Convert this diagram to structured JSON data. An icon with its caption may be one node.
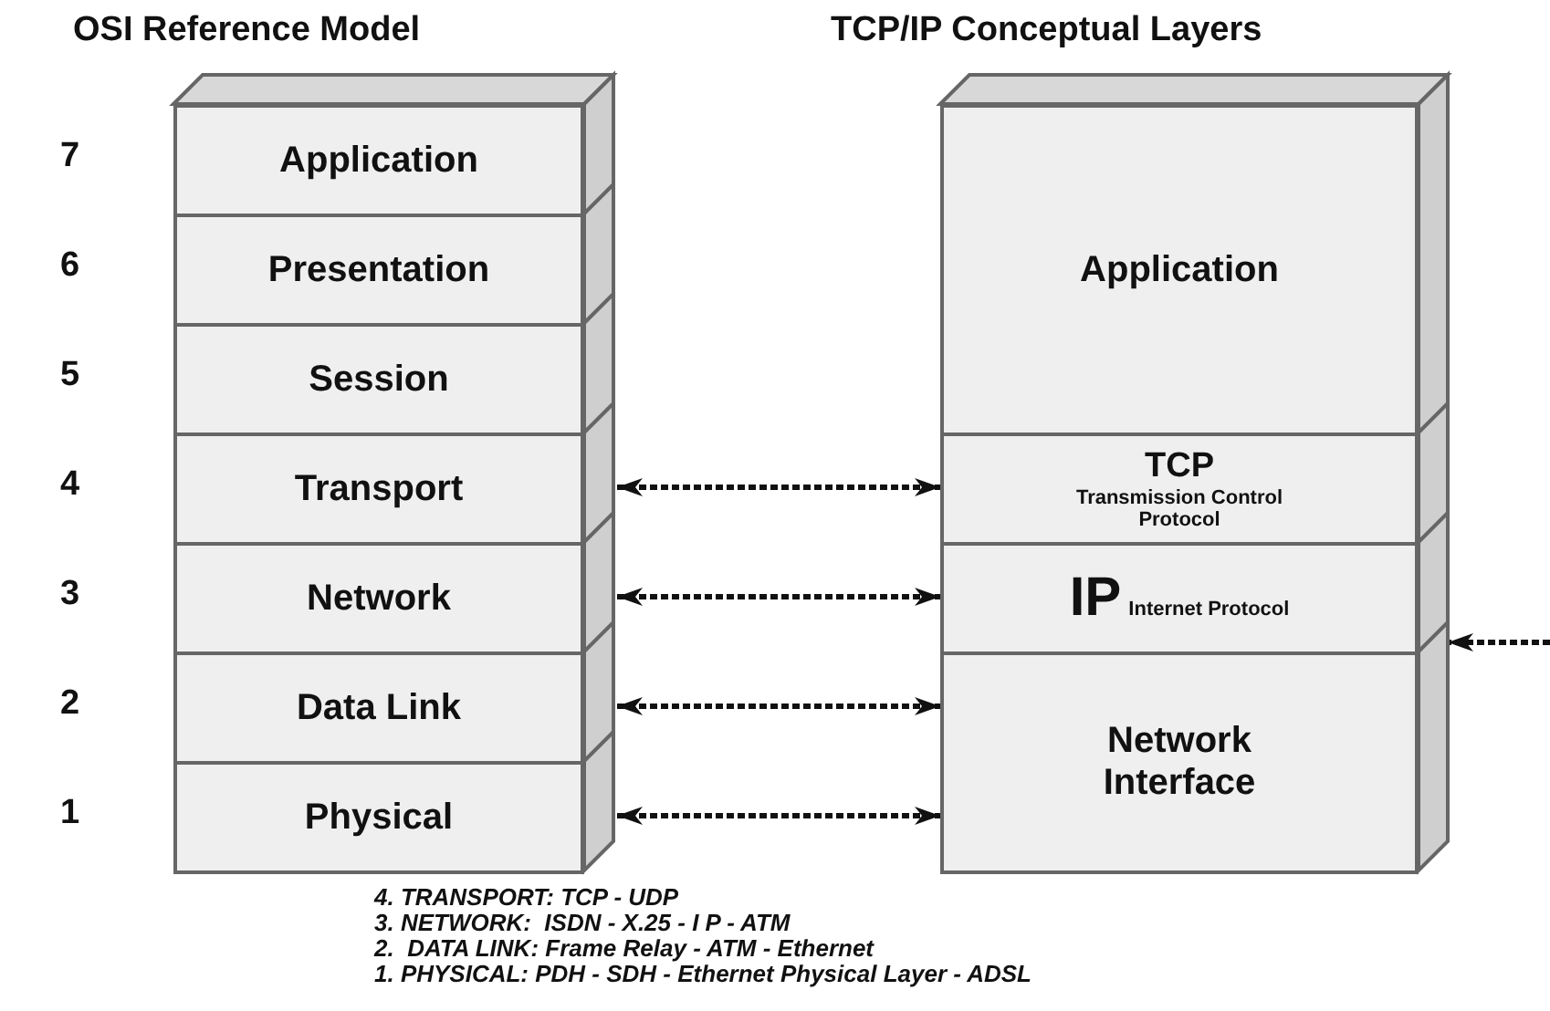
{
  "diagram": {
    "nodes": [
      {
        "text": [
          "Application"
        ],
        "beside": [
          "7"
        ]
      },
      {
        "text": [
          "Presentation"
        ],
        "beside": [
          "6"
        ]
      },
      {
        "text": [
          "Session"
        ],
        "beside": [
          "5"
        ]
      },
      {
        "text": [
          "Transport"
        ],
        "beside": [
          "4"
        ]
      },
      {
        "text": [
          "Network"
        ],
        "beside": [
          "3"
        ]
      },
      {
        "text": [
          "Data Link"
        ],
        "beside": [
          "2"
        ]
      },
      {
        "text": [
          "Physical"
        ],
        "beside": [
          "1"
        ]
      },
      {
        "text": [
          "Application"
        ]
      },
      {
        "text": [
          "TCP",
          "Transmission Control Protocol"
        ]
      },
      {
        "text": [
          "IP",
          "Internet Protocol"
        ]
      },
      {
        "text": [
          "Network Interface"
        ]
      }
    ],
    "edges": [
      {
        "from": 3,
        "to": 8,
        "arrow": "both",
        "style": "dashed"
      },
      {
        "from": 4,
        "to": 9,
        "arrow": "both",
        "style": "dashed"
      },
      {
        "from": 5,
        "to": 10,
        "arrow": "both",
        "style": "dashed"
      },
      {
        "from": 6,
        "to": 10,
        "arrow": "both",
        "style": "dashed"
      },
      {
        "from": null,
        "to": 9,
        "arrow": "to",
        "style": "dashed"
      }
    ],
    "labels": [
      "OSI Reference Model",
      "TCP/IP Conceptual Layers",
      "4. TRANSPORT: TCP - UDP",
      "3. NETWORK:  ISDN - X.25 - I P - ATM",
      "2.  DATA LINK: Frame Relay - ATM - Ethernet",
      "1. PHYSICAL: PDH - SDH - Ethernet Physical Layer - ADSL"
    ]
  }
}
